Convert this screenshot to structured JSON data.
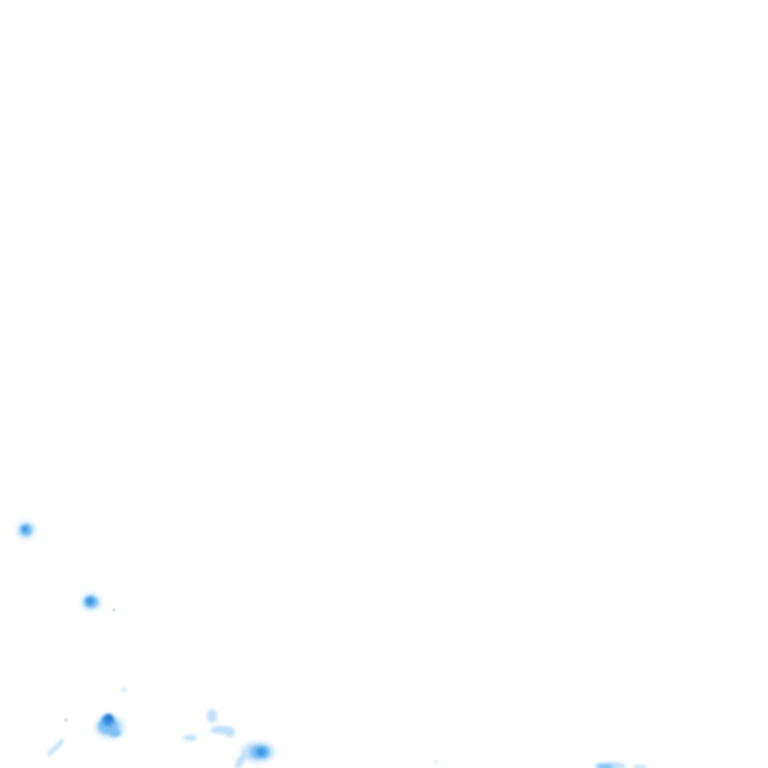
{
  "map": {
    "style": "radar-precipitation-overlay",
    "background_color": "#ffffff",
    "palette": {
      "light": "#bfe0fb",
      "medium": "#7cc0f4",
      "strong": "#3c93e0",
      "core": "#1f6fcf"
    },
    "echoes": [
      {
        "name": "echo-west-small",
        "intensity": "medium"
      },
      {
        "name": "echo-west-mid",
        "intensity": "strong"
      },
      {
        "name": "echo-southwest-cell",
        "intensity": "core"
      },
      {
        "name": "echo-southwest-fringe",
        "intensity": "light"
      },
      {
        "name": "echo-south-cluster",
        "intensity": "light"
      },
      {
        "name": "echo-south-cell",
        "intensity": "strong"
      },
      {
        "name": "echo-southeast-band",
        "intensity": "light"
      }
    ]
  }
}
